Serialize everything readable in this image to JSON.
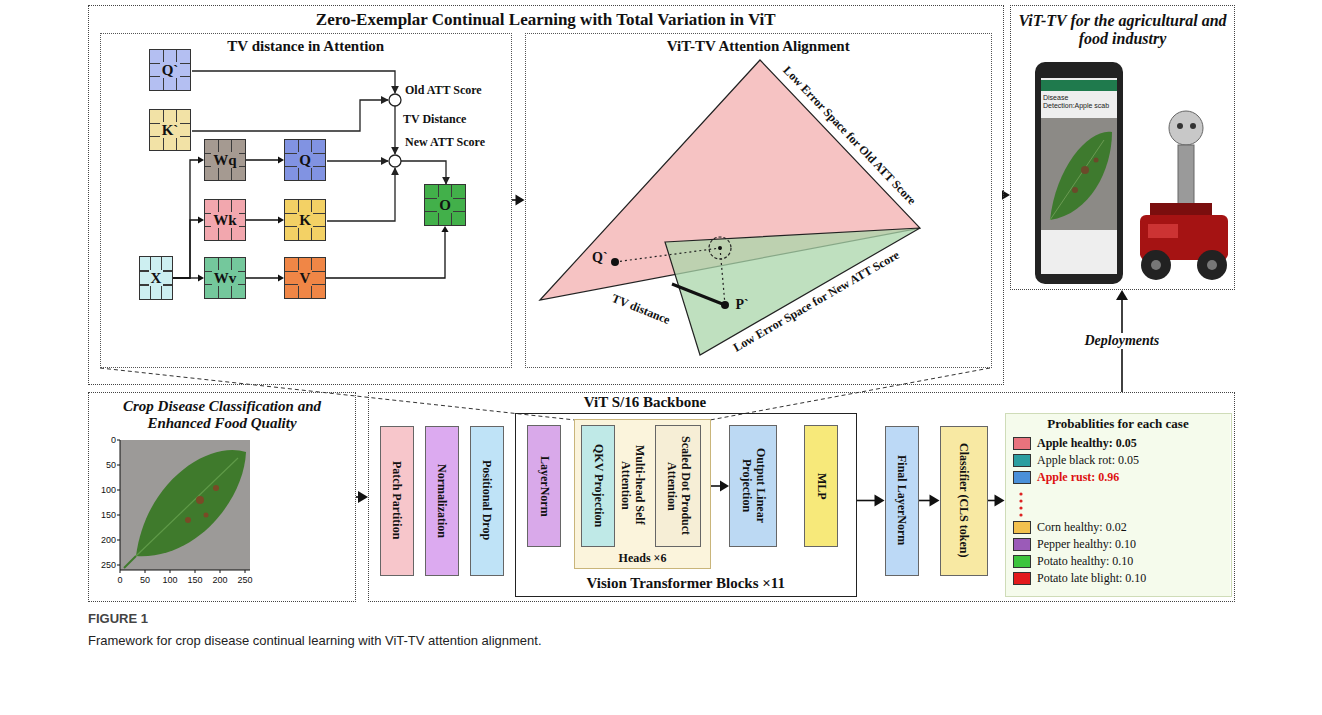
{
  "diagram": {
    "caption": "Framework for crop disease continual learning with ViT-TV attention alignment.",
    "nodes": [
      {
        "text": [
          "Zero-Exemplar Continual Learning with Total Variation in ViT"
        ]
      },
      {
        "text": [
          "TV distance in Attention"
        ],
        "in": 0
      },
      {
        "text": [
          "Q`"
        ],
        "in": 1
      },
      {
        "text": [
          "K`"
        ],
        "in": 1
      },
      {
        "text": [
          "X"
        ],
        "in": 1
      },
      {
        "text": [
          "Wq"
        ],
        "in": 1
      },
      {
        "text": [
          "Wk"
        ],
        "in": 1
      },
      {
        "text": [
          "Wv"
        ],
        "in": 1
      },
      {
        "text": [
          "Q"
        ],
        "in": 1
      },
      {
        "text": [
          "K"
        ],
        "in": 1
      },
      {
        "text": [
          "V"
        ],
        "in": 1
      },
      {
        "text": [
          "O"
        ],
        "in": 1
      },
      {
        "text": [
          "ViT-TV Attention Alignment"
        ],
        "in": 0
      },
      {
        "text": [
          "ViT-TV for the agricultural and food industry"
        ]
      },
      {
        "text": [
          "Crop Disease Classification and Enhanced Food Quality"
        ]
      },
      {
        "text": [
          "ViT S/16 Backbone"
        ]
      },
      {
        "text": [
          "Patch Partition"
        ],
        "in": 15
      },
      {
        "text": [
          "Normalization"
        ],
        "in": 15
      },
      {
        "text": [
          "Positional Drop"
        ],
        "in": 15
      },
      {
        "text": [
          "Vision Transformer Blocks ×11"
        ],
        "in": 15
      },
      {
        "text": [
          "LayerNorm"
        ],
        "in": 19
      },
      {
        "text": [
          "Multi-head Self Attention",
          "Heads ×6"
        ],
        "in": 19
      },
      {
        "text": [
          "QKV Projection"
        ],
        "in": 21
      },
      {
        "text": [
          "Scaled Dot Product Attention"
        ],
        "in": 21
      },
      {
        "text": [
          "Output Linear Projection"
        ],
        "in": 19
      },
      {
        "text": [
          "MLP"
        ],
        "in": 19
      },
      {
        "text": [
          "Final LayerNorm"
        ],
        "in": 15
      },
      {
        "text": [
          "Classifier (CLS token)"
        ],
        "in": 15
      },
      {
        "text": [
          "Probablities for each case"
        ],
        "in": 15
      }
    ],
    "edges": [
      {
        "from": 1,
        "to": 12,
        "arrow": "to"
      },
      {
        "from": 0,
        "to": 13,
        "arrow": "to"
      },
      {
        "from": 4,
        "to": 5,
        "arrow": "to"
      },
      {
        "from": 4,
        "to": 6,
        "arrow": "to"
      },
      {
        "from": 4,
        "to": 7,
        "arrow": "to"
      },
      {
        "from": 5,
        "to": 8,
        "arrow": "to"
      },
      {
        "from": 6,
        "to": 9,
        "arrow": "to"
      },
      {
        "from": 7,
        "to": 10,
        "arrow": "to"
      },
      {
        "from": 10,
        "to": 11,
        "arrow": "to"
      },
      {
        "from": 14,
        "to": 15,
        "arrow": "to"
      },
      {
        "from": 21,
        "to": 24,
        "arrow": "to"
      },
      {
        "from": 19,
        "to": 26,
        "arrow": "to"
      },
      {
        "from": 26,
        "to": 27,
        "arrow": "to"
      },
      {
        "from": 27,
        "to": 28,
        "arrow": "to"
      },
      {
        "from": 15,
        "to": 13,
        "label": "Deployments",
        "arrow": "to"
      }
    ],
    "labels": [
      "Old ATT Score",
      "TV Distance",
      "New ATT Score",
      "Low Error Space for Old ATT Score",
      "Low Error Space for New ATT Score",
      "Q`",
      "P`",
      "TV distance",
      "Disease Detection:Apple scab",
      "0",
      "50",
      "100",
      "150",
      "200",
      "250",
      "0",
      "50",
      "100",
      "150",
      "200",
      "250",
      "FIGURE 1"
    ],
    "legend": [
      {
        "text": "Apple healthy: 0.05",
        "color": "#e8737d"
      },
      {
        "text": "Apple black rot: 0.05",
        "color": "#2b9ea0"
      },
      {
        "text": "Apple rust: 0.96",
        "color": "#4a90d9"
      },
      {
        "text": "Corn healthy: 0.02",
        "color": "#f2c14e"
      },
      {
        "text": "Pepper healthy: 0.10",
        "color": "#9b5bb8"
      },
      {
        "text": "Potato healthy: 0.10",
        "color": "#3cc43c"
      },
      {
        "text": "Potato late blight: 0.10",
        "color": "#e31a1c"
      }
    ]
  }
}
